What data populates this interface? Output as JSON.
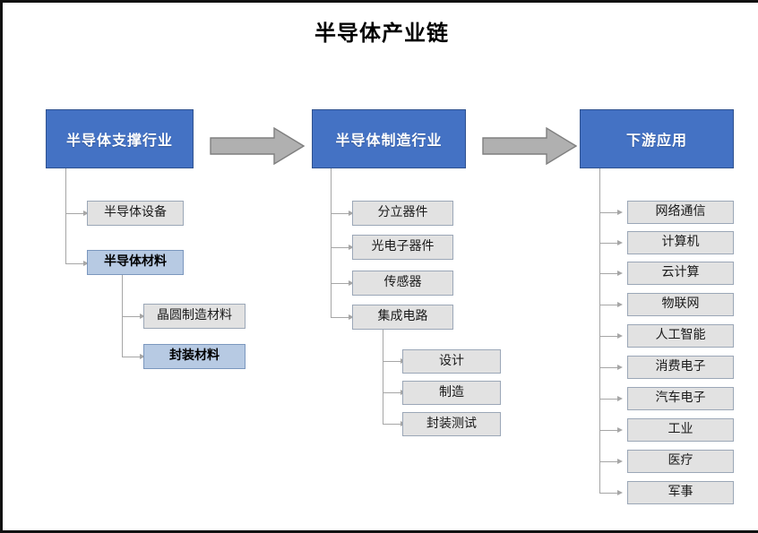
{
  "title": "半导体产业链",
  "colors": {
    "main_box_fill": "#4472C4",
    "main_box_border": "#2F528F",
    "node_fill": "#E2E2E2",
    "node_border": "#9BA7B7",
    "highlight_fill": "#B7CAE3",
    "highlight_border": "#7B97BE",
    "connector": "#A6A6A6",
    "block_arrow_fill": "#B0B0B0",
    "block_arrow_border": "#7F7F7F",
    "page_border": "#111111"
  },
  "columns": [
    {
      "id": "support",
      "header": "半导体支撑行业",
      "children": [
        {
          "label": "半导体设备",
          "highlight": false
        },
        {
          "label": "半导体材料",
          "highlight": true
        }
      ],
      "grandchildren_parent": "半导体材料",
      "grandchildren": [
        {
          "label": "晶圆制造材料",
          "highlight": false
        },
        {
          "label": "封装材料",
          "highlight": true
        }
      ]
    },
    {
      "id": "manufacturing",
      "header": "半导体制造行业",
      "children": [
        {
          "label": "分立器件",
          "highlight": false
        },
        {
          "label": "光电子器件",
          "highlight": false
        },
        {
          "label": "传感器",
          "highlight": false
        },
        {
          "label": "集成电路",
          "highlight": false
        }
      ],
      "grandchildren_parent": "集成电路",
      "grandchildren": [
        {
          "label": "设计",
          "highlight": false
        },
        {
          "label": "制造",
          "highlight": false
        },
        {
          "label": "封装测试",
          "highlight": false
        }
      ]
    },
    {
      "id": "downstream",
      "header": "下游应用",
      "children": [
        {
          "label": "网络通信",
          "highlight": false
        },
        {
          "label": "计算机",
          "highlight": false
        },
        {
          "label": "云计算",
          "highlight": false
        },
        {
          "label": "物联网",
          "highlight": false
        },
        {
          "label": "人工智能",
          "highlight": false
        },
        {
          "label": "消费电子",
          "highlight": false
        },
        {
          "label": "汽车电子",
          "highlight": false
        },
        {
          "label": "工业",
          "highlight": false
        },
        {
          "label": "医疗",
          "highlight": false
        },
        {
          "label": "军事",
          "highlight": false
        }
      ],
      "grandchildren_parent": null,
      "grandchildren": []
    }
  ],
  "flow_arrows": [
    {
      "from": "半导体支撑行业",
      "to": "半导体制造行业",
      "icon": "right-block-arrow-icon"
    },
    {
      "from": "半导体制造行业",
      "to": "下游应用",
      "icon": "right-block-arrow-icon"
    }
  ]
}
